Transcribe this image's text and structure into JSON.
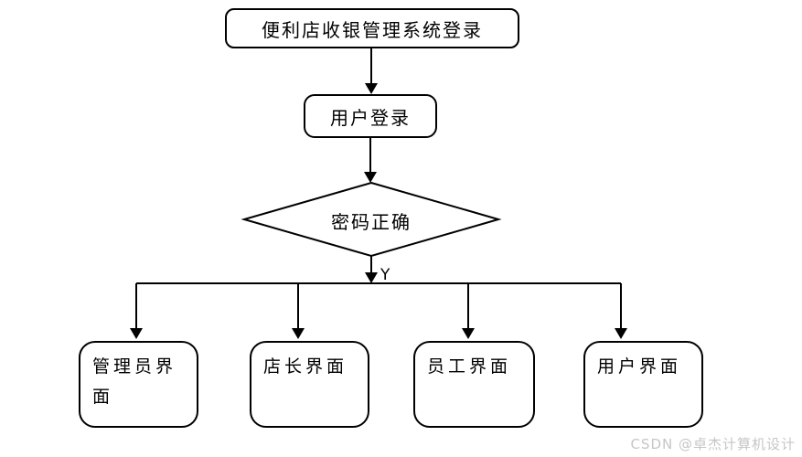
{
  "flowchart": {
    "nodes": {
      "start": {
        "label": "便利店收银管理系统登录"
      },
      "login": {
        "label": "用户登录"
      },
      "decision": {
        "label": "密码正确"
      },
      "yes_label": "Y",
      "branches": [
        {
          "label": "管理员界面"
        },
        {
          "label": "店长界面"
        },
        {
          "label": "员工界面"
        },
        {
          "label": "用户界面"
        }
      ]
    },
    "stroke_color": "#000000",
    "background_color": "#ffffff"
  },
  "watermark": {
    "text": "CSDN @卓杰计算机设计",
    "color": "#c6c6c6"
  }
}
